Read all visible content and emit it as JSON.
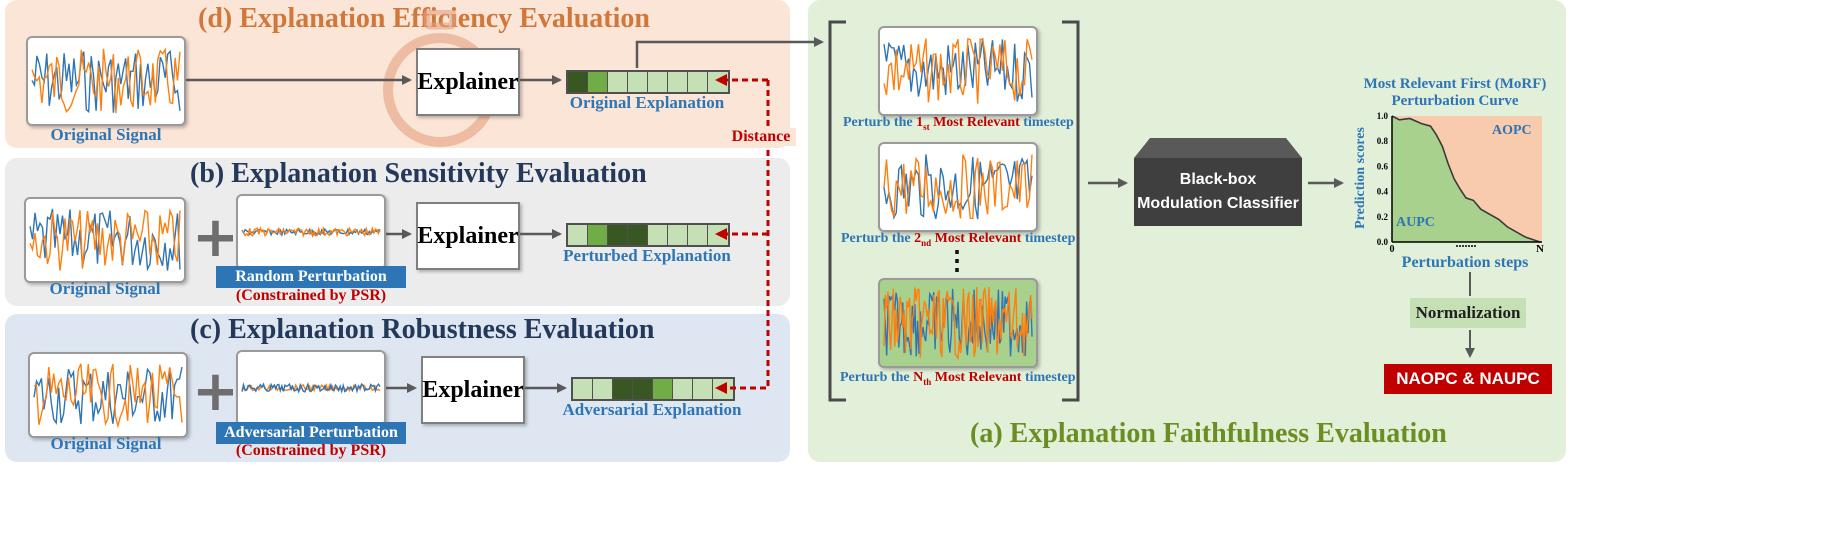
{
  "panels": {
    "d": {
      "title": "(d) Explanation Efficiency Evaluation",
      "color": "#d0773c"
    },
    "b": {
      "title": "(b) Explanation Sensitivity Evaluation",
      "color": "#24395a"
    },
    "c": {
      "title": "(c) Explanation Robustness Evaluation",
      "color": "#24395a"
    },
    "a": {
      "title": "(a) Explanation Faithfulness Evaluation",
      "color": "#6b8e23"
    }
  },
  "labels": {
    "original_signal": "Original Signal",
    "explainer": "Explainer",
    "original_explanation": "Original Explanation",
    "perturbed_explanation": "Perturbed Explanation",
    "adversarial_explanation": "Adversarial Explanation",
    "distance": "Distance",
    "random_perturbation": "Random Perturbation",
    "adversarial_perturbation": "Adversarial Perturbation",
    "constrained": "(Constrained by PSR)",
    "plus": "+",
    "vdots": "⋮"
  },
  "perturb_labels": [
    {
      "pre": "Perturb the ",
      "num": "1",
      "sup": "st",
      "red": " Most Relevant",
      "post": " timestep"
    },
    {
      "pre": "Perturb the ",
      "num": "2",
      "sup": "nd",
      "red": " Most Relevant",
      "post": " timestep"
    },
    {
      "pre": "Perturb the ",
      "num": "N",
      "sup": "th",
      "red": " Most Relevant",
      "post": " timestep"
    }
  ],
  "classifier": {
    "line1": "Black-box",
    "line2": "Modulation Classifier"
  },
  "curve": {
    "title_line1": "Most Relevant First (MoRF)",
    "title_line2": "Perturbation Curve",
    "ylabel": "Prediction scores",
    "xlabel": "Perturbation steps",
    "aopc": "AOPC",
    "aupc": "AUPC",
    "x_start": "0",
    "x_end": "N",
    "yticks": [
      "1.0",
      "0.8",
      "0.6",
      "0.4",
      "0.2",
      "0.0"
    ]
  },
  "normalization": "Normalization",
  "result": "NAOPC & NAUPC",
  "explanation_bars": {
    "original": [
      2,
      1,
      0,
      0,
      0,
      0,
      0,
      0
    ],
    "perturbed": [
      0,
      1,
      2,
      2,
      0,
      0,
      0,
      0
    ],
    "adversarial": [
      0,
      0,
      2,
      2,
      1,
      0,
      0,
      0
    ]
  },
  "colors": {
    "bar_shades": [
      "#c5e0b4",
      "#70ad47",
      "#385723"
    ],
    "signal_blue": "#2e75b6",
    "signal_orange": "#ff7f0e",
    "distance_red": "#c00000"
  }
}
